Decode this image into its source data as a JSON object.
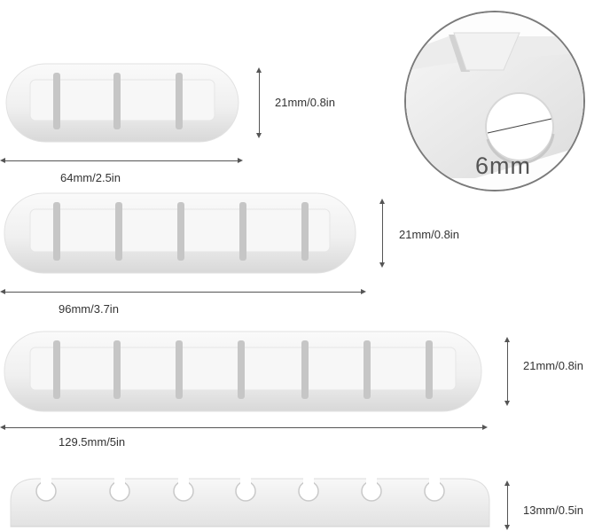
{
  "clips": [
    {
      "slots": 3,
      "length_label": "64mm/2.5in",
      "height_label": "21mm/0.8in"
    },
    {
      "slots": 5,
      "length_label": "96mm/3.7in",
      "height_label": "21mm/0.8in"
    },
    {
      "slots": 7,
      "length_label": "129.5mm/5in",
      "height_label": "21mm/0.8in"
    },
    {
      "slots": 7,
      "view": "side",
      "height_label": "13mm/0.5in"
    }
  ],
  "zoom_detail": {
    "label": "6mm"
  },
  "colors": {
    "background": "#ffffff",
    "clip_body": "#f3f3f3",
    "clip_shadow": "#d6d6d6",
    "slot": "#c9c9c9",
    "dimension_line": "#555555"
  }
}
